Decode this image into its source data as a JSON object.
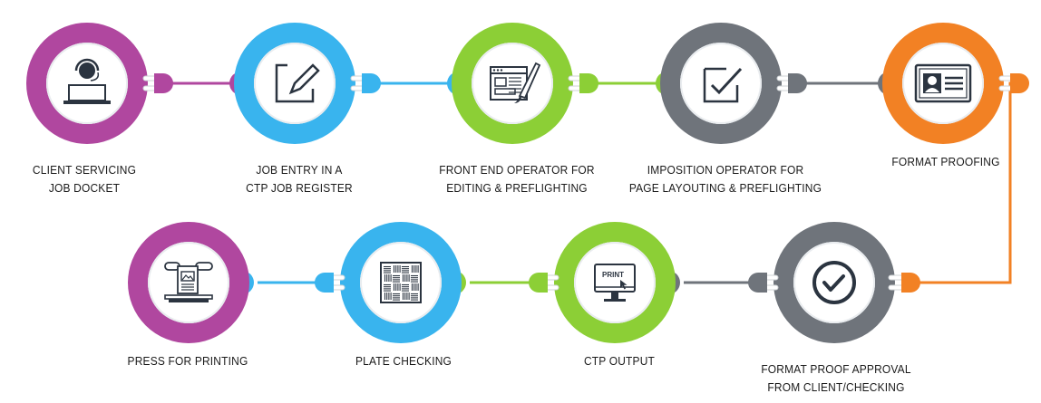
{
  "colors": {
    "purple": "#b0479f",
    "blue": "#39b4ee",
    "green": "#8ccf36",
    "gray": "#6f747b",
    "orange": "#f28124",
    "icon": "#2b3440"
  },
  "steps": [
    {
      "id": "client-servicing",
      "label": "CLIENT SERVICING\nJOB DOCKET",
      "color": "purple",
      "icon": "operator-headset-icon"
    },
    {
      "id": "job-entry",
      "label": "JOB ENTRY IN A\nCTP JOB REGISTER",
      "color": "blue",
      "icon": "edit-document-icon"
    },
    {
      "id": "front-end-operator",
      "label": "FRONT END OPERATOR FOR\nEDITING & PREFLIGHTING",
      "color": "green",
      "icon": "web-design-brush-icon"
    },
    {
      "id": "imposition-operator",
      "label": "IMPOSITION OPERATOR FOR\nPAGE LAYOUTING & PREFLIGHTING",
      "color": "gray",
      "icon": "checkbox-icon"
    },
    {
      "id": "format-proofing",
      "label": "FORMAT PROOFING",
      "color": "orange",
      "icon": "id-card-icon"
    },
    {
      "id": "format-proof-approval",
      "label": "FORMAT PROOF APPROVAL\nFROM CLIENT/CHECKING",
      "color": "gray",
      "icon": "check-circle-icon"
    },
    {
      "id": "ctp-output",
      "label": "CTP OUTPUT",
      "color": "green",
      "icon": "print-monitor-icon"
    },
    {
      "id": "plate-checking",
      "label": "PLATE CHECKING",
      "color": "blue",
      "icon": "plate-pattern-icon"
    },
    {
      "id": "press-for-printing",
      "label": "PRESS FOR PRINTING",
      "color": "purple",
      "icon": "printing-press-icon"
    }
  ],
  "print_text": "PRINT"
}
